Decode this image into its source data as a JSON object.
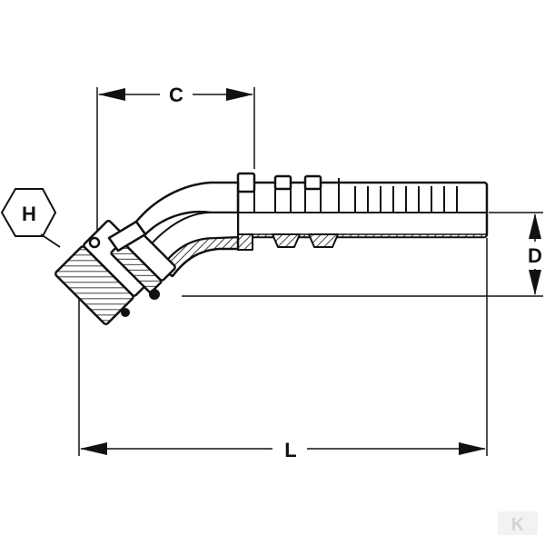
{
  "dimensions": {
    "c_label": "C",
    "d_label": "D",
    "l_label": "L",
    "h_label": "H"
  },
  "watermark": {
    "logo_letter": "K",
    "color": "#d9d9d9"
  },
  "colors": {
    "ink": "#111111",
    "background": "#ffffff"
  }
}
